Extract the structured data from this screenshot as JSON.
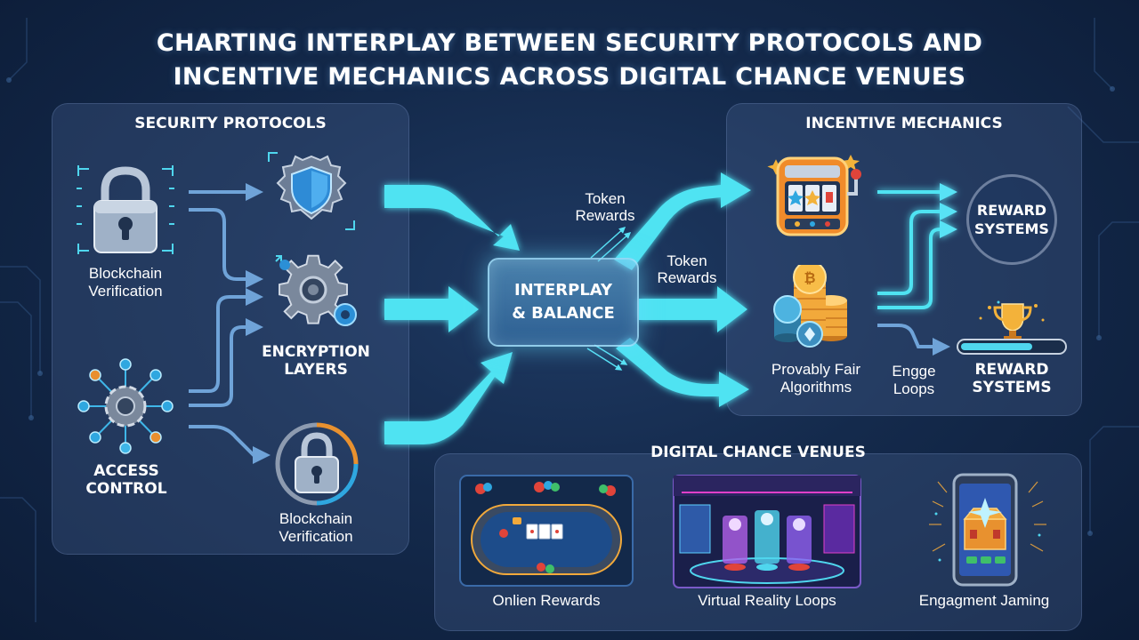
{
  "title": {
    "line1": "CHARTING INTERPLAY BETWEEN SECURITY PROTOCOLS AND",
    "line2": "INCENTIVE MECHANICS ACROSS DIGITAL CHANCE VENUES"
  },
  "security_panel": {
    "title": "SECURITY PROTOCOLS",
    "items": {
      "blockchain_top": {
        "line1": "Blockchain",
        "line2": "Verification",
        "icon": "padlock-circuit-icon"
      },
      "shield": {
        "icon": "shield-gear-icon"
      },
      "encryption": {
        "line1": "ENCRYPTION",
        "line2": "LAYERS",
        "icon": "gears-icon"
      },
      "access": {
        "line1": "ACCESS",
        "line2": "CONTROL",
        "icon": "network-gear-icon"
      },
      "blockchain_bottom": {
        "line1": "Blockchain",
        "line2": "Verification",
        "icon": "padlock-ring-icon"
      }
    }
  },
  "hub": {
    "line1": "INTERPLAY",
    "line2": "& BALANCE"
  },
  "flow_labels": {
    "token_rewards_1": {
      "line1": "Token",
      "line2": "Rewards"
    },
    "token_rewards_2": {
      "line1": "Token",
      "line2": "Rewards"
    }
  },
  "incentive_panel": {
    "title": "INCENTIVE MECHANICS",
    "items": {
      "slot": {
        "icon": "slot-machine-icon"
      },
      "provably_fair": {
        "line1": "Provably Fair",
        "line2": "Algorithms",
        "icon": "crypto-coins-icon"
      },
      "engage": {
        "line1": "Engge",
        "line2": "Loops"
      },
      "reward_top": {
        "line1": "REWARD",
        "line2": "SYSTEMS"
      },
      "reward_bottom": {
        "line1": "REWARD",
        "line2": "SYSTEMS",
        "icon": "trophy-progress-icon"
      }
    }
  },
  "venues_panel": {
    "title": "DIGITAL CHANCE VENUES",
    "items": [
      {
        "label": "Onlien Rewards",
        "icon": "poker-table-icon"
      },
      {
        "label": "Virtual Reality Loops",
        "icon": "vr-room-icon"
      },
      {
        "label": "Engagment Jaming",
        "icon": "phone-lootbox-icon"
      }
    ]
  },
  "colors": {
    "background": "#142a4c",
    "arrow": "#4fe3f2",
    "accent_gold": "#f2a93b",
    "panel": "#3b5179"
  }
}
